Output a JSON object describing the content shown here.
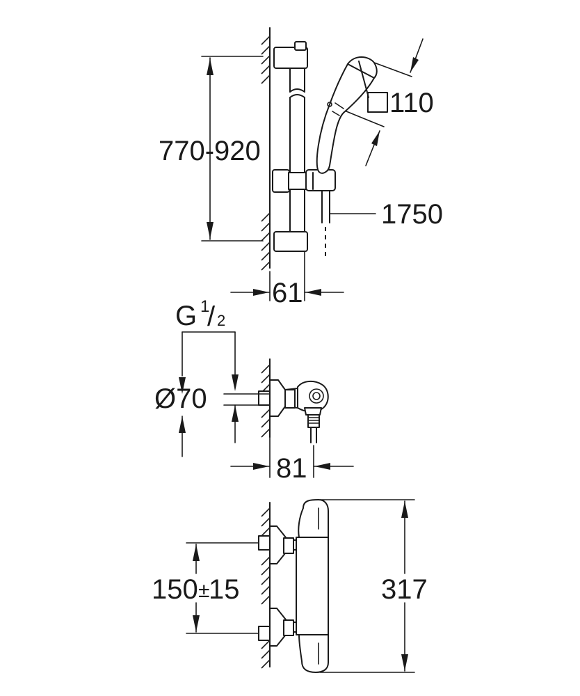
{
  "dimensions": {
    "rail_height": "770-920",
    "handshower_size": "110",
    "hose_length": "1750",
    "rail_depth": "61",
    "thread_prefix": "G",
    "thread_num": "1",
    "thread_slash": "/",
    "thread_den": "2",
    "rosette_diameter": "Ø70",
    "mixer_depth": "81",
    "centers_value": "150",
    "centers_pm": "±",
    "centers_tol": "15",
    "mixer_height": "317"
  }
}
